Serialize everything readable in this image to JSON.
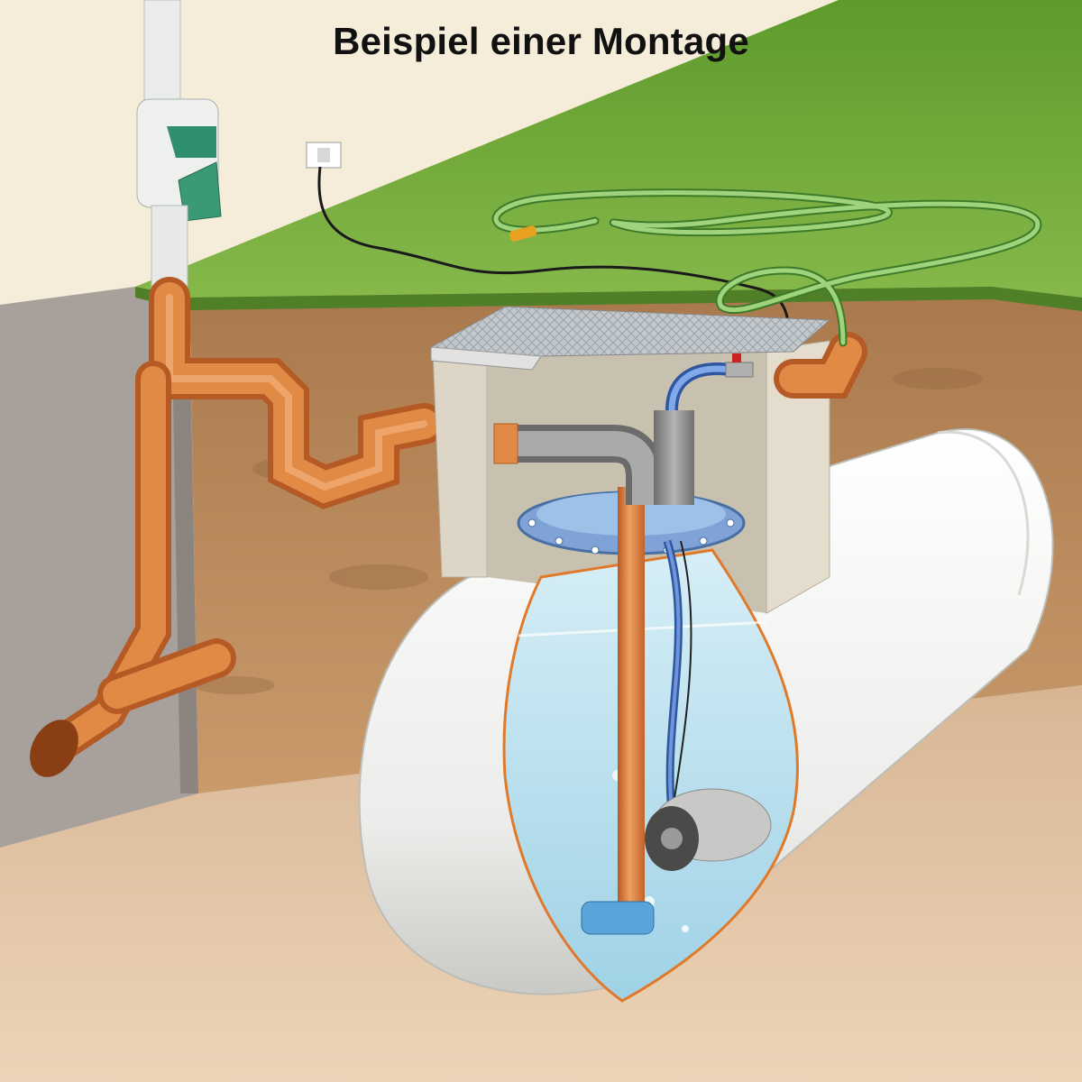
{
  "title": "Beispiel einer Montage",
  "colors": {
    "wall": "#f3ebd6",
    "grass": "#6fa23a",
    "soil": "#b98a5f",
    "pipe_orange": "#d97a35",
    "tank": "#f2f2f0",
    "water": "#bfe2f0",
    "hose_green": "#8bc56a",
    "pump_hose_blue": "#4f7fc8"
  },
  "components": [
    {
      "name": "downpipe-filter",
      "icon": "filter-icon"
    },
    {
      "name": "inflow-pipe",
      "icon": "pipe-icon"
    },
    {
      "name": "drainage-pipe",
      "icon": "pipe-icon"
    },
    {
      "name": "shaft-dome",
      "icon": "dome-icon"
    },
    {
      "name": "underground-tank",
      "icon": "tank-icon"
    },
    {
      "name": "submersible-pump",
      "icon": "pump-icon"
    },
    {
      "name": "garden-hose",
      "icon": "hose-icon"
    },
    {
      "name": "power-socket",
      "icon": "socket-icon"
    }
  ]
}
